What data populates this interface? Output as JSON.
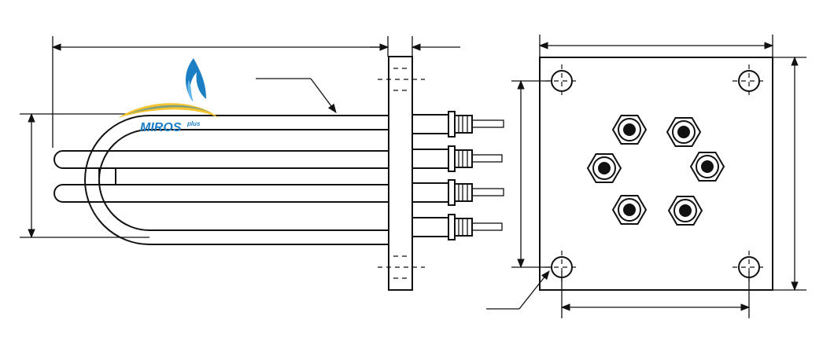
{
  "logo": {
    "brand": "MIROS",
    "suffix": "plus",
    "colors": {
      "blue": "#1c7fc4",
      "yellow": "#f4c531",
      "light_blue": "#66b7ea"
    }
  },
  "drawing": {
    "line_color": "#111111",
    "background": "#ffffff",
    "elements": [
      "heating-element-side-view",
      "flange-plate-front-view"
    ]
  }
}
